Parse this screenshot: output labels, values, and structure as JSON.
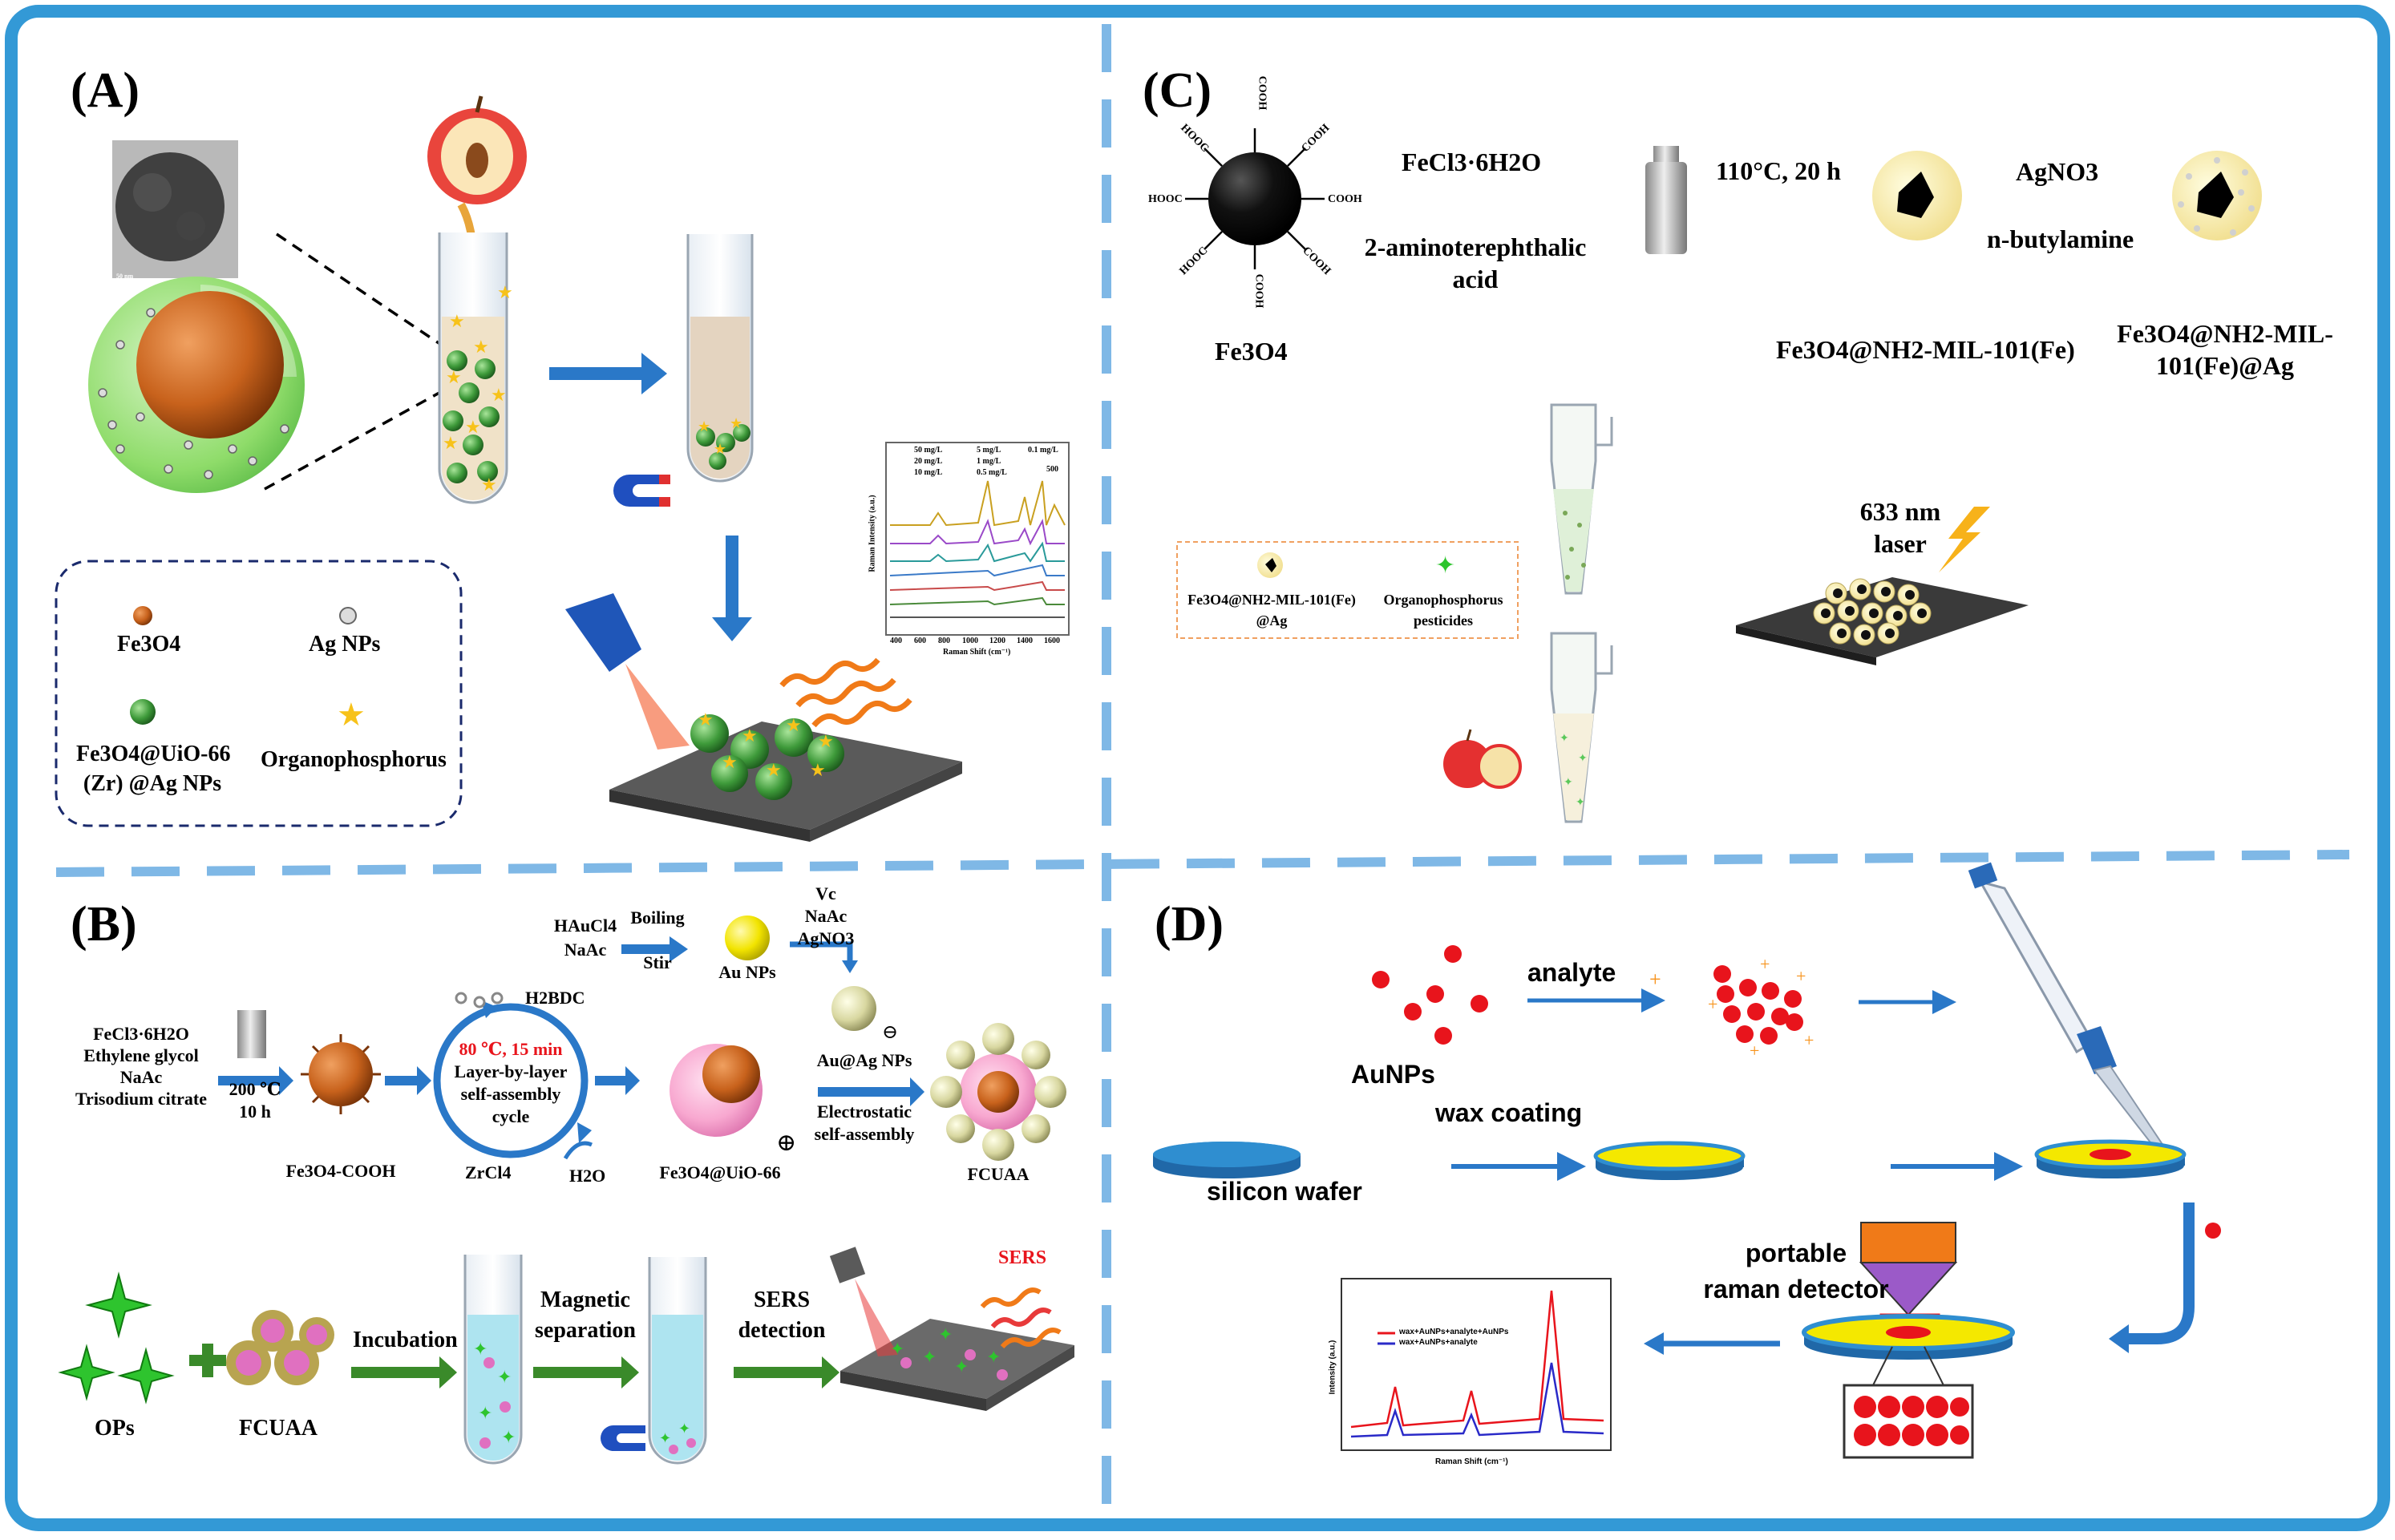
{
  "panels": {
    "a": {
      "label": "(A)",
      "legend": {
        "fe3o4": "Fe3O4",
        "ag_nps": "Ag NPs",
        "composite_1": "Fe3O4@UiO-66",
        "composite_2": "(Zr) @Ag NPs",
        "organophosphorus": "Organophosphorus"
      },
      "spectrum_legend": [
        "50 mg/L",
        "5 mg/L",
        "0.1 mg/L",
        "20 mg/L",
        "1 mg/L",
        "10 mg/L",
        "0.5 mg/L"
      ],
      "spectrum_scale": "500",
      "spectrum_xlabel": "Raman Shift (cm⁻¹)",
      "spectrum_ylabel": "Raman Intensity (a.u.)",
      "spectrum_ticks": [
        "400",
        "600",
        "800",
        "1000",
        "1200",
        "1400",
        "1600"
      ],
      "tem_scale": "50 nm"
    },
    "b": {
      "label": "(B)",
      "reagents_1": "HAuCl4",
      "reagents_2": "NaAc",
      "boiling": "Boiling",
      "stir": "Stir",
      "au_nps": "Au NPs",
      "vc": "Vc",
      "naac": "NaAc",
      "agno3": "AgNO3",
      "start_1": "FeCl3·6H2O",
      "start_2": "Ethylene glycol",
      "start_3": "NaAc",
      "start_4": "Trisodium citrate",
      "temp": "200 ℃",
      "time": "10 h",
      "fe3o4_cooh": "Fe3O4-COOH",
      "h2bdc": "H2BDC",
      "cycle_cond": "80 ℃, 15 min",
      "cycle_1": "Layer-by-layer",
      "cycle_2": "self-assembly",
      "cycle_3": "cycle",
      "zrcl4": "ZrCl4",
      "h2o": "H2O",
      "fe3o4_uio": "Fe3O4@UiO-66",
      "auag": "Au@Ag NPs",
      "electro_1": "Electrostatic",
      "electro_2": "self-assembly",
      "fcuaa": "FCUAA",
      "ops": "OPs",
      "fcuaa_2": "FCUAA",
      "incubation": "Incubation",
      "magnetic_1": "Magnetic",
      "magnetic_2": "separation",
      "sers_1": "SERS",
      "sers_2": "detection",
      "sers_red": "SERS"
    },
    "c": {
      "label": "(C)",
      "fecl3": "FeCl3·6H2O",
      "acid_1": "2-aminoterephthalic",
      "acid_2": "acid",
      "condition": "110°C, 20 h",
      "agno3": "AgNO3",
      "butylamine": "n-butylamine",
      "fe3o4": "Fe3O4",
      "mof": "Fe3O4@NH2-MIL-101(Fe)",
      "mof_ag_1": "Fe3O4@NH2-MIL-",
      "mof_ag_2": "101(Fe)@Ag",
      "cooh": "COOH",
      "hooc": "HOOC",
      "legend_1a": "Fe3O4@NH2-MIL-101(Fe)",
      "legend_1b": "@Ag",
      "legend_2a": "Organophosphorus",
      "legend_2b": "pesticides",
      "laser_1": "633 nm",
      "laser_2": "laser"
    },
    "d": {
      "label": "(D)",
      "analyte": "analyte",
      "aunps": "AuNPs",
      "wax": "wax coating",
      "silicon": "silicon wafer",
      "portable_1": "portable",
      "portable_2": "raman detector",
      "legend_red": "wax+AuNPs+analyte+AuNPs",
      "legend_blue": "wax+AuNPs+analyte",
      "xlabel": "Raman Shift (cm⁻¹)",
      "ylabel": "Intensity (a.u.)"
    }
  },
  "colors": {
    "frame": "#3399d6",
    "divider": "#7fb8e6",
    "arrow_blue": "#2a78c8",
    "arrow_green": "#3a8a2a",
    "fe3o4": "#c8621c",
    "green_bead": "#3e9a3a",
    "au": "#f2e400",
    "red_dot": "#e8141c",
    "wafer": "#2f8ed0"
  }
}
